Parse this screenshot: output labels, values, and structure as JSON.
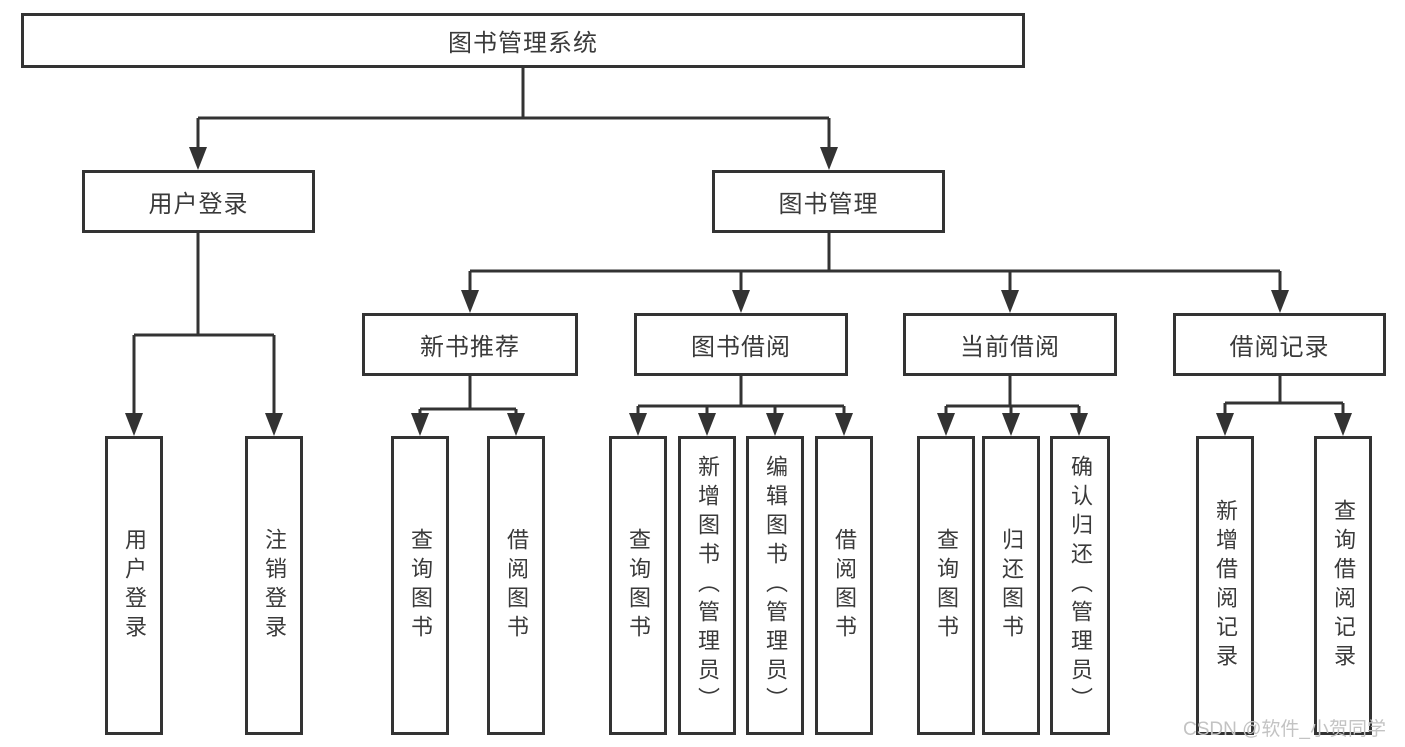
{
  "diagram": {
    "root": {
      "label": "图书管理系统"
    },
    "user_login": {
      "label": "用户登录",
      "children": {
        "login": {
          "label": "用户登录"
        },
        "logout": {
          "label": "注销登录"
        }
      }
    },
    "book_mgmt": {
      "label": "图书管理",
      "sections": {
        "new_book_rec": {
          "label": "新书推荐",
          "children": {
            "query": {
              "label": "查询图书"
            },
            "borrow": {
              "label": "借阅图书"
            }
          }
        },
        "book_borrow": {
          "label": "图书借阅",
          "children": {
            "query": {
              "label": "查询图书"
            },
            "add": {
              "label": "新增图书（管理员）"
            },
            "edit": {
              "label": "编辑图书（管理员）"
            },
            "borrow": {
              "label": "借阅图书"
            }
          }
        },
        "current_borrow": {
          "label": "当前借阅",
          "children": {
            "query": {
              "label": "查询图书"
            },
            "return": {
              "label": "归还图书"
            },
            "confirm": {
              "label": "确认归还（管理员）"
            }
          }
        },
        "borrow_records": {
          "label": "借阅记录",
          "children": {
            "add": {
              "label": "新增借阅记录"
            },
            "query": {
              "label": "查询借阅记录"
            }
          }
        }
      }
    }
  },
  "watermark": {
    "text": "CSDN @软件_小贺同学"
  },
  "colors": {
    "line": "#333333",
    "box_border": "#333333",
    "text": "#3a3a3a",
    "watermark": "#c3c3c3",
    "background": "#ffffff"
  }
}
